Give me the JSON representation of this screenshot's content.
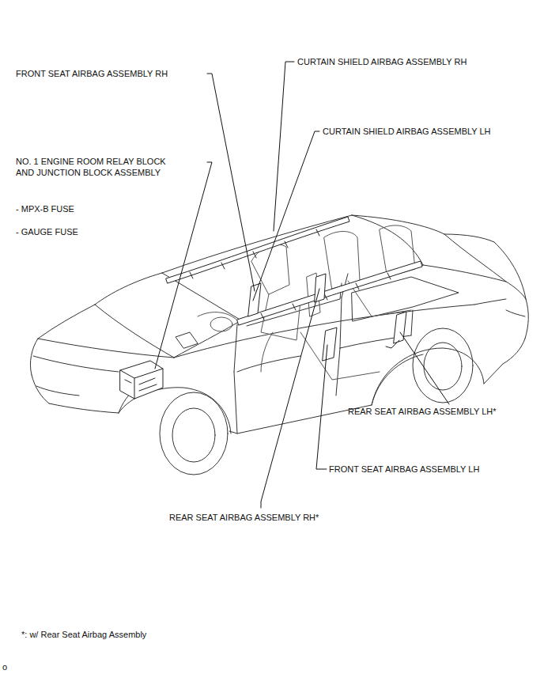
{
  "diagram": {
    "labels": [
      "CURTAIN SHIELD AIRBAG ASSEMBLY RH",
      "FRONT SEAT AIRBAG ASSEMBLY RH",
      "CURTAIN SHIELD AIRBAG ASSEMBLY LH",
      "NO. 1 ENGINE ROOM RELAY BLOCK AND JUNCTION BLOCK ASSEMBLY",
      "- MPX-B FUSE",
      "- GAUGE FUSE",
      "REAR SEAT AIRBAG ASSEMBLY LH*",
      "FRONT SEAT AIRBAG ASSEMBLY LH",
      "REAR SEAT AIRBAG ASSEMBLY RH*",
      "*: w/ Rear Seat Airbag Assembly",
      "o"
    ]
  }
}
